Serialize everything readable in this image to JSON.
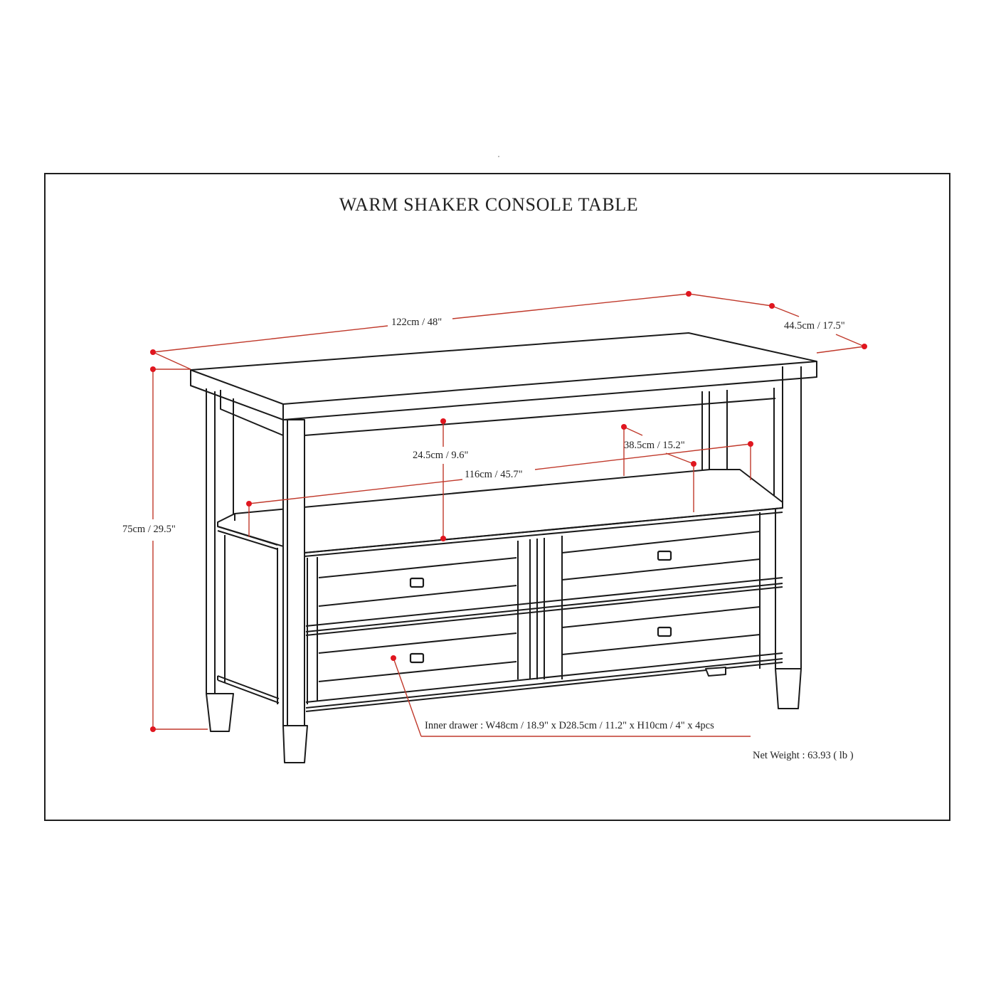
{
  "title": "WARM SHAKER CONSOLE TABLE",
  "dimensions": {
    "overall_width": "122cm / 48\"",
    "overall_depth": "44.5cm / 17.5\"",
    "overall_height": "75cm / 29.5\"",
    "shelf_clearance_height": "24.5cm / 9.6\"",
    "shelf_width": "116cm / 45.7\"",
    "shelf_depth": "38.5cm / 15.2\""
  },
  "inner_drawer": {
    "label": "Inner drawer : W48cm / 18.9\" x D28.5cm / 11.2\" x H10cm / 4\" x 4pcs",
    "width": "W48cm / 18.9\"",
    "depth": "D28.5cm / 11.2\"",
    "height": "H10cm / 4\"",
    "quantity": "4pcs"
  },
  "net_weight": "Net Weight : 63.93 ( lb )",
  "colors": {
    "dimension_line": "#c0392b",
    "dimension_dot": "#e0161f",
    "outline": "#1a1a1a",
    "frame": "#1f1f1f"
  }
}
